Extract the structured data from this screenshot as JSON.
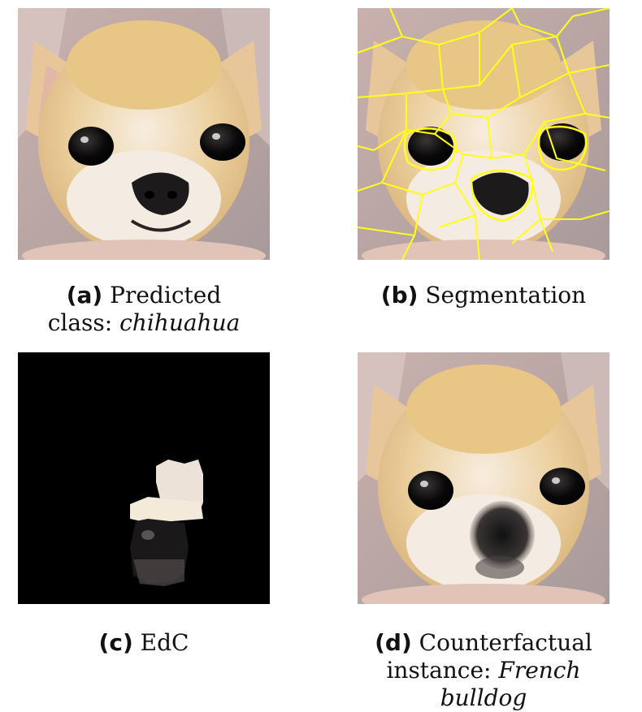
{
  "panels": [
    {
      "tag": "(a)",
      "caption_line1": "Predicted",
      "caption_line2_prefix": "class:",
      "caption_line2_em": "chihuahua"
    },
    {
      "tag": "(b)",
      "caption_line1": "Segmentation"
    },
    {
      "tag": "(c)",
      "caption_line1": "EdC"
    },
    {
      "tag": "(d)",
      "caption_line1": "Counterfactual",
      "caption_line2_prefix": "instance:",
      "caption_line2_em": "French bulldog"
    }
  ],
  "colors": {
    "fur": "#e9c98f",
    "fur_light": "#f3e6d2",
    "muzzle": "#f6efe6",
    "nose": "#1c1a1a",
    "eye": "#0c0b0b",
    "background_blur": "#b9a9a6",
    "segment_outline": "#ffff1a",
    "mask": "#000000"
  }
}
